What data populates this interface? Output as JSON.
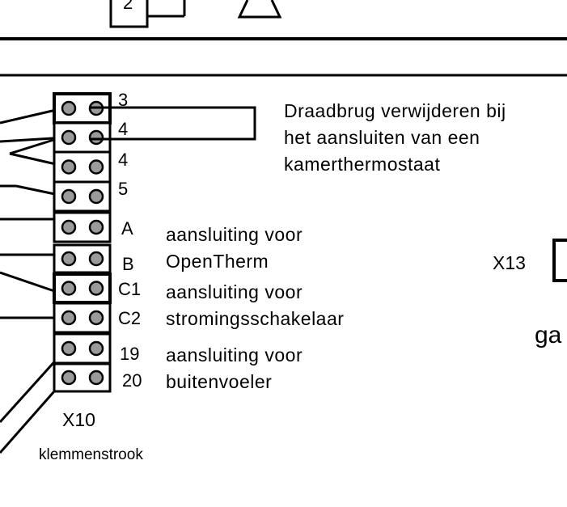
{
  "top": {
    "marker": "2"
  },
  "terminals": [
    {
      "id": "t3",
      "label": "3"
    },
    {
      "id": "t4a",
      "label": "4"
    },
    {
      "id": "t4b",
      "label": "4"
    },
    {
      "id": "t5",
      "label": "5"
    },
    {
      "id": "tA",
      "label": "A"
    },
    {
      "id": "tB",
      "label": "B"
    },
    {
      "id": "tC1",
      "label": "C1"
    },
    {
      "id": "tC2",
      "label": "C2"
    },
    {
      "id": "t19",
      "label": "19"
    },
    {
      "id": "t20",
      "label": "20"
    }
  ],
  "notes": {
    "bridge": [
      "Draadbrug verwijderen bij",
      "het aansluiten van een",
      "kamerthermostaat"
    ],
    "opentherm": [
      "aansluiting voor",
      "OpenTherm"
    ],
    "flow": [
      "aansluiting voor",
      "stromingsschakelaar"
    ],
    "sensor": [
      "aansluiting voor",
      "buitenvoeler"
    ]
  },
  "block": {
    "name": "X10",
    "caption": "klemmenstrook"
  },
  "connector_x13": "X13",
  "partial_text": "ga"
}
